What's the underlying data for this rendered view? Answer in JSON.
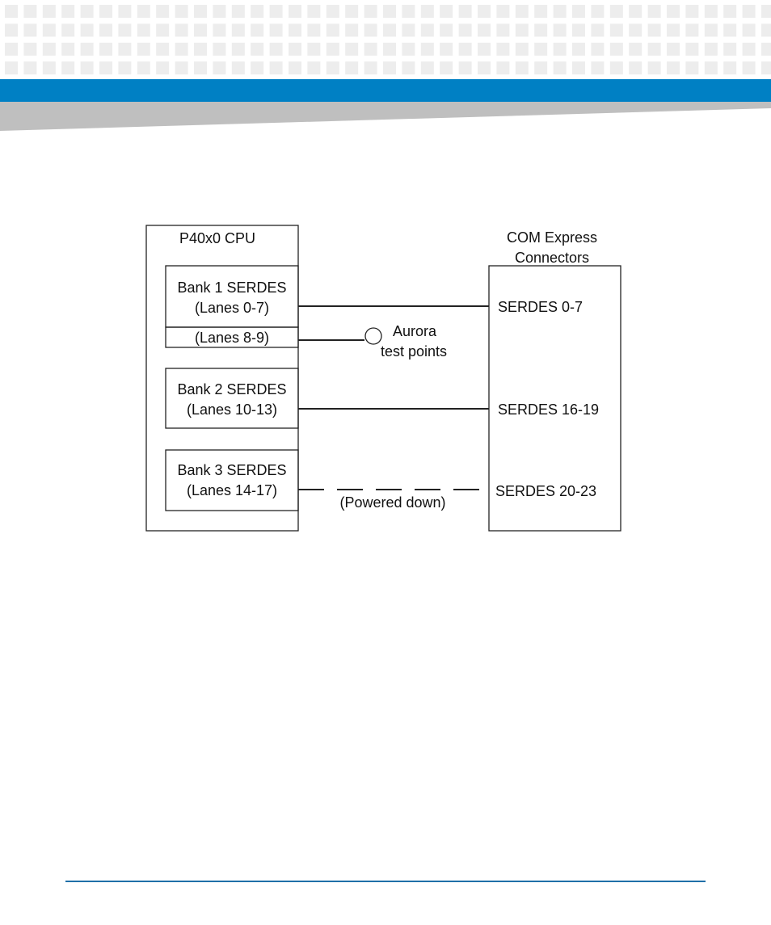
{
  "colors": {
    "brand_blue": "#0080c4",
    "swoosh_gray": "#bfbfbf",
    "pattern_square": "#ededed",
    "diagram_stroke": "#222222",
    "rule_blue": "#1f6fa8"
  },
  "diagram": {
    "cpu": {
      "title": "P40x0 CPU",
      "bank1": {
        "line1": "Bank 1 SERDES",
        "line2": "(Lanes 0-7)"
      },
      "lanes_8_9": "(Lanes 8-9)",
      "bank2": {
        "line1": "Bank 2 SERDES",
        "line2": "(Lanes 10-13)"
      },
      "bank3": {
        "line1": "Bank 3 SERDES",
        "line2": "(Lanes 14-17)"
      }
    },
    "connector": {
      "title_line1": "COM Express",
      "title_line2": "Connectors",
      "serdes_0_7": "SERDES 0-7",
      "serdes_16_19": "SERDES 16-19",
      "serdes_20_23": "SERDES 20-23"
    },
    "test_points": {
      "line1": "Aurora",
      "line2": "test points"
    },
    "powered_down": "(Powered down)"
  }
}
